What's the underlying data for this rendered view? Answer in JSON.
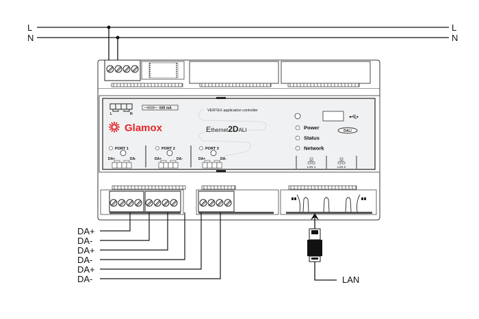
{
  "mains": {
    "left_labels": [
      "L",
      "N"
    ],
    "right_labels": [
      "L",
      "N"
    ]
  },
  "device": {
    "brand": "Glamox",
    "brand_color": "#e3262b",
    "product_name_prefix": "E",
    "product_name_mid": "thernet",
    "product_name_bold": "2D",
    "product_name_suffix": "ALI",
    "subtitle": "VERTEX application controller",
    "fuse_label": "630 mA",
    "power_terminal_labels": [
      "L",
      "N"
    ],
    "ports": [
      {
        "label": "PORT 1",
        "plus": "DA+",
        "minus": "DA-"
      },
      {
        "label": "PORT 2",
        "plus": "DA+",
        "minus": "DA-"
      },
      {
        "label": "PORT 3",
        "plus": "DA+",
        "minus": "DA-"
      }
    ],
    "indicators": [
      "Power",
      "Status",
      "Network"
    ],
    "lan_ports": [
      "LAN 1",
      "LAN 2"
    ],
    "dali_logo": "DALI",
    "usb_icon": "usb-icon",
    "panel_color": "#f0f1f2"
  },
  "bus_wires": [
    "DA+",
    "DA-",
    "DA+",
    "DA-",
    "DA+",
    "DA-"
  ],
  "lan_label": "LAN"
}
